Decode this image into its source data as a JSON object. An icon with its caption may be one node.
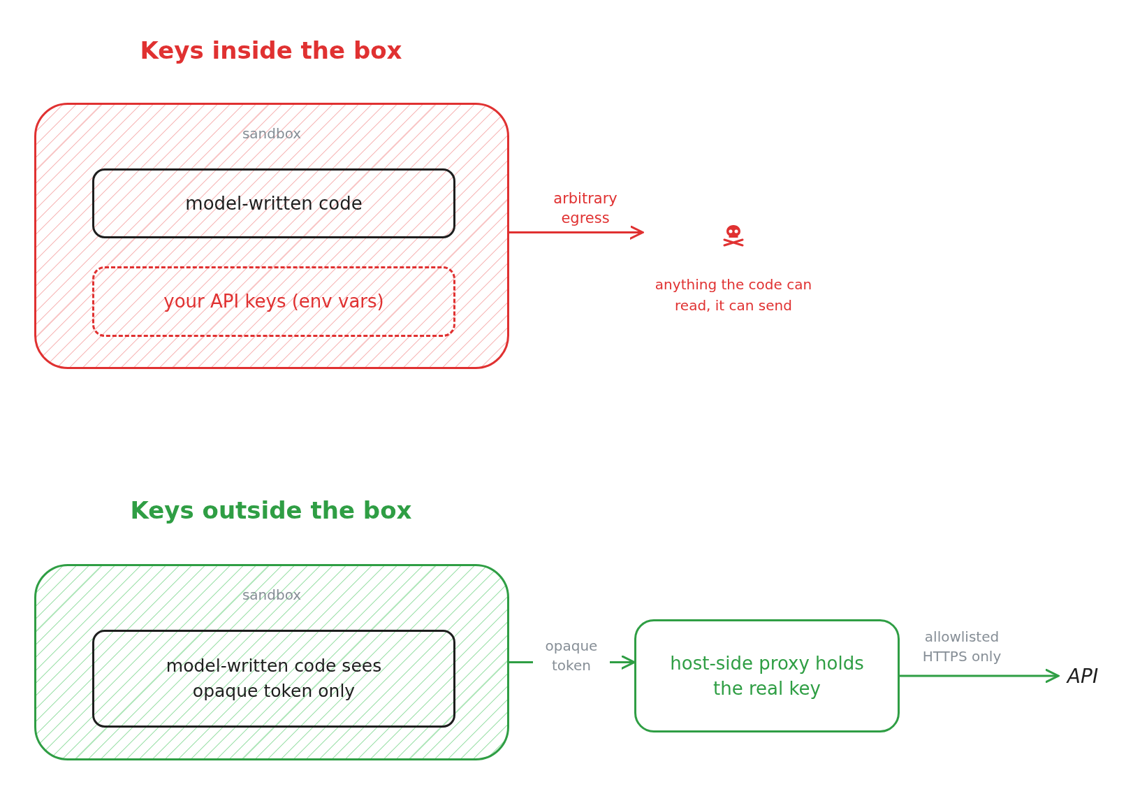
{
  "diagram": {
    "nodes": [
      {
        "text": [
          "sandbox"
        ]
      },
      {
        "text": [
          "model-written code"
        ],
        "in": 0
      },
      {
        "text": [
          "your API keys (env vars)"
        ],
        "in": 0
      },
      {
        "text": [
          "anything the code can read, it can send"
        ]
      },
      {
        "text": [
          "sandbox"
        ]
      },
      {
        "text": [
          "model-written code sees opaque token only"
        ],
        "in": 4
      },
      {
        "text": [
          "host-side proxy holds the real key"
        ]
      },
      {
        "text": [
          "API"
        ]
      }
    ],
    "edges": [
      {
        "from": 0,
        "to": 3,
        "arrow": "to",
        "label": "arbitrary egress",
        "color": "#e03131"
      },
      {
        "from": 4,
        "to": 6,
        "arrow": "to",
        "label": "opaque token",
        "color": "#2f9e44"
      },
      {
        "from": 6,
        "to": 7,
        "arrow": "to",
        "label": "allowlisted HTTPS only",
        "color": "#2f9e44"
      }
    ],
    "labels": [
      "Keys inside the box",
      "Keys outside the box"
    ]
  }
}
